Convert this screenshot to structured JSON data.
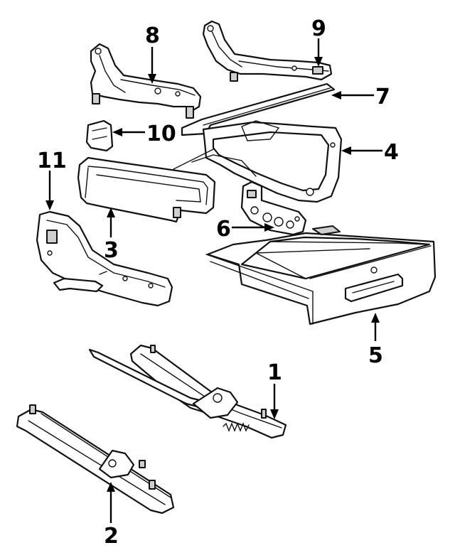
{
  "colors": {
    "line": "#111111",
    "background": "#ffffff",
    "shade": "#cfcfcf"
  },
  "callouts": [
    {
      "id": "1",
      "label": "1"
    },
    {
      "id": "2",
      "label": "2"
    },
    {
      "id": "3",
      "label": "3"
    },
    {
      "id": "4",
      "label": "4"
    },
    {
      "id": "5",
      "label": "5"
    },
    {
      "id": "6",
      "label": "6"
    },
    {
      "id": "7",
      "label": "7"
    },
    {
      "id": "8",
      "label": "8"
    },
    {
      "id": "9",
      "label": "9"
    },
    {
      "id": "10",
      "label": "10"
    },
    {
      "id": "11",
      "label": "11"
    }
  ]
}
